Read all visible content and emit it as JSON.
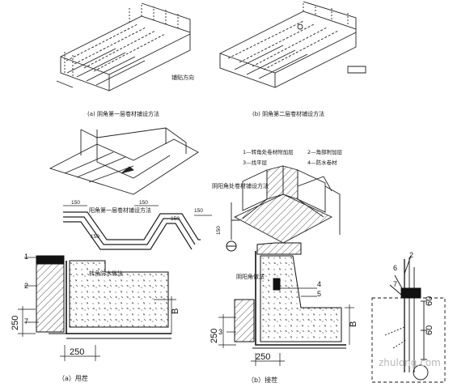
{
  "captions": {
    "fig_a_top": "(a) 阴角第一层卷材铺设方法",
    "fig_b_top": "(b) 阴角第二层卷材铺设方法",
    "fig_mid": "阳角第一层卷材铺设方法",
    "fig_right_mid": "阴阳角处卷材铺设方法",
    "fig_section_a": "转角防水做法",
    "fig_section_b": "阴阳角做法",
    "bottom_a": "（a）甩茬",
    "bottom_b": "（b）接茬",
    "small_note": "铺贴方向"
  },
  "legend": {
    "l1": "1—转角处卷材附加层",
    "l2": "2—角部附加层",
    "l3": "3—找平层",
    "l4": "4—防水卷材"
  },
  "dims": {
    "d150a": "150",
    "d150b": "150",
    "d150c": "150",
    "d150d": "150",
    "d150e": "150",
    "d250_left": "250",
    "d250_bottom": "250",
    "d250_mid": "250",
    "d250_mid_bottom": "250",
    "dB_left": "B",
    "dB_mid": "B",
    "d60_top": "60",
    "d60_bottom": "60"
  },
  "labels": {
    "n1": "1",
    "n2": "2",
    "n7": "7",
    "n3": "3",
    "n4": "4",
    "n5": "5",
    "r6": "6",
    "r2": "2",
    "r7": "7"
  },
  "watermark": "zhulong.com"
}
